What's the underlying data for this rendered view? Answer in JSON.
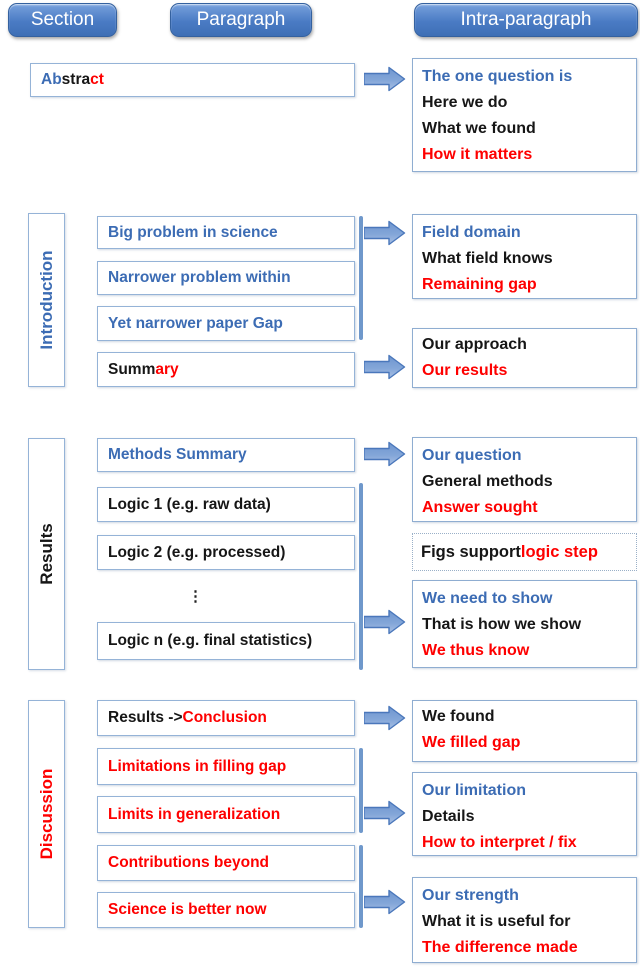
{
  "palette": {
    "blue_text": "#3c6cb4",
    "red_text": "#fe0000",
    "black_text": "#161616",
    "box_border": "#95b3d7",
    "bracket_bar": "#6f98cb",
    "arrow_fill_top": "#6e95cf",
    "arrow_fill_bottom": "#a3bce2",
    "arrow_outline": "#4a77bb",
    "chip_gradient_top": "#6f9ad8",
    "chip_gradient_bottom": "#3e6fb5"
  },
  "icons": {
    "arrow": "right-block-arrow",
    "dots": "vertical-ellipsis"
  },
  "header": {
    "section": "Section",
    "paragraph": "Paragraph",
    "intra": "Intra-paragraph"
  },
  "abstract": {
    "seg1": "Ab",
    "seg2": "stra",
    "seg3": "ct",
    "right": {
      "l1": "The one question is",
      "l2": "Here we do",
      "l3": "What we found",
      "l4": "How it matters"
    }
  },
  "introduction": {
    "label": "Introduction",
    "box1": "Big problem in science",
    "box2": "Narrower problem within",
    "box3": "Yet narrower paper Gap",
    "box4_seg1": "Summ",
    "box4_seg2": "ary",
    "right_top": {
      "l1": "Field domain",
      "l2": "What field knows",
      "l3": "Remaining gap"
    },
    "right_bottom": {
      "l1": "Our approach",
      "l2": "Our results"
    }
  },
  "results": {
    "label": "Results",
    "box1": "Methods Summary",
    "box2": "Logic 1 (e.g. raw data)",
    "box3": "Logic 2 (e.g. processed)",
    "dots": "⋮",
    "box4": "Logic n (e.g. final statistics)",
    "right_top": {
      "l1": "Our question",
      "l2": "General methods",
      "l3": "Answer sought"
    },
    "figs_seg1": "Figs support ",
    "figs_seg2": "logic step",
    "right_bottom": {
      "l1": "We need to show",
      "l2": "That is how we show",
      "l3": "We thus know"
    }
  },
  "discussion": {
    "label": "Discussion",
    "box1_seg1": "Results -> ",
    "box1_seg2": "Conclusion",
    "box2": "Limitations in filling gap",
    "box3": "Limits in generalization",
    "box4": "Contributions beyond",
    "box5": "Science is better now",
    "right_top": {
      "l1": "We found",
      "l2": "We filled gap"
    },
    "right_mid": {
      "l1": "Our limitation",
      "l2": "Details",
      "l3": "How to interpret / fix"
    },
    "right_bottom": {
      "l1": "Our strength",
      "l2": "What it is useful for",
      "l3": "The difference made"
    }
  }
}
